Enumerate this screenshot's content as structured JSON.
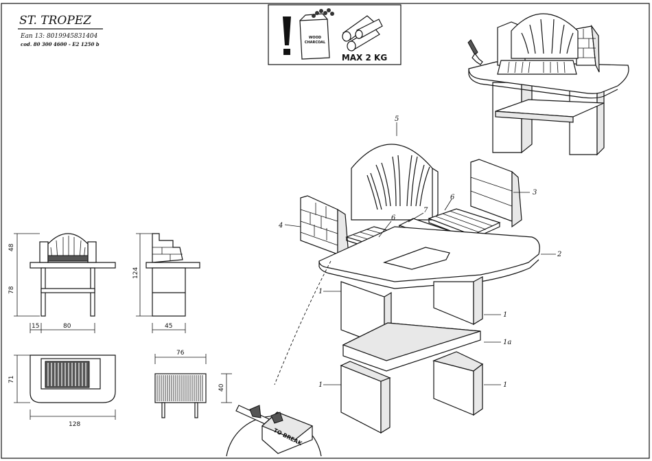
{
  "title": "ST. TROPEZ",
  "ean": "Ean 13:  8019945831404",
  "code": "cod. 80 300 4600   - E2 1250 b",
  "warning": {
    "bag_label_1": "WOOD",
    "bag_label_2": "CHARCOAL",
    "max_load": "MAX 2 KG"
  },
  "dimensions": {
    "front_height_top": "48",
    "front_height_bottom": "78",
    "front_width_left": "15",
    "front_width_main": "80",
    "side_height": "124",
    "side_width": "45",
    "top_depth": "71",
    "top_width": "128",
    "grill_width": "76",
    "grill_depth": "40"
  },
  "parts": {
    "p1a": "1",
    "p1b": "1",
    "p1c": "1",
    "p1d": "1",
    "p1a_shelf": "1a",
    "p2": "2",
    "p3": "3",
    "p4": "4",
    "p5": "5",
    "p6a": "6",
    "p6b": "6",
    "p7": "7"
  },
  "detail_label": "TO BREAK"
}
